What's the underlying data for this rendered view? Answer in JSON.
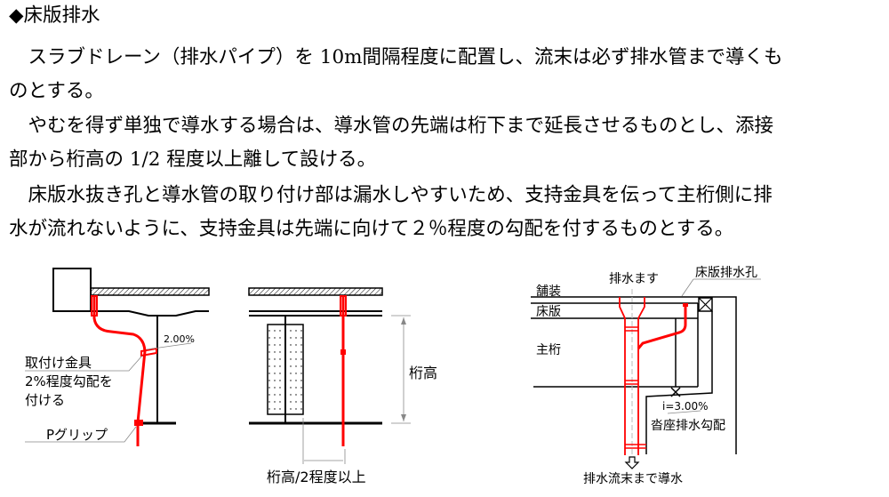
{
  "section_heading": "◆床版排水",
  "paragraph_lines": [
    "　スラブドレーン（排水パイプ）を 10m間隔程度に配置し、流末は必ず排水管まで導くも",
    "のとする。",
    "　やむを得ず単独で導水する場合は、導水管の先端は桁下まで延長させるものとし、添接",
    "部から桁高の 1/2 程度以上離して設ける。",
    "　床版水抜き孔と導水管の取り付け部は漏水しやすいため、支持金具を伝って主桁側に排",
    "水が流れないように、支持金具は先端に向けて２％程度の勾配を付するものとする。"
  ],
  "diagram_left": {
    "slope": "2.00%",
    "bracket_label": [
      "取付け金具",
      "2%程度勾配を",
      "付ける"
    ],
    "grip_label": "Pグリップ"
  },
  "diagram_middle": {
    "height_label": "桁高",
    "offset_label": "桁高/2程度以上"
  },
  "diagram_right": {
    "pavement": "舗装",
    "slab": "床版",
    "girder": "主桁",
    "catch_basin": "排水ます",
    "slab_drain_hole": "床版排水孔",
    "slope": "i=3.00%",
    "bearing_slope": "沓座排水勾配",
    "outlet": "排水流末まで導水"
  },
  "colors": {
    "pipe": "#ff0000",
    "line": "#000000"
  }
}
